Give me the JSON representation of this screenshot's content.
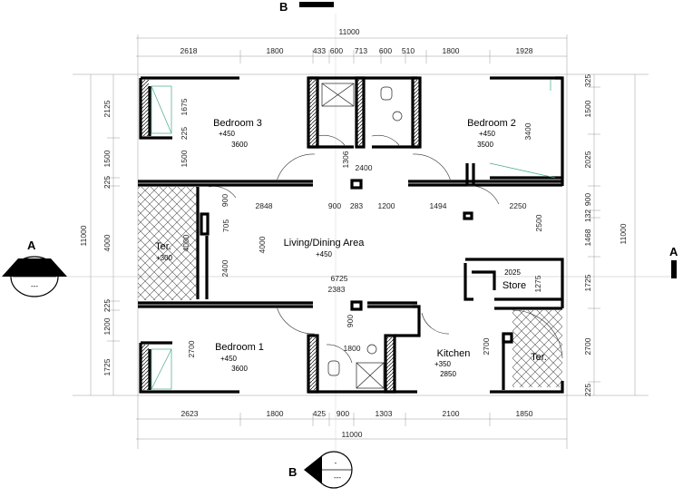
{
  "section_marks": {
    "b_top": "B",
    "b_bottom": "B",
    "a_left": "A",
    "a_right": "A",
    "dash": "-",
    "dash2": "---"
  },
  "overall": {
    "top": "11000",
    "bottom": "11000",
    "left": "11000",
    "right": "11000"
  },
  "top_dims": [
    "2618",
    "1800",
    "433",
    "600",
    "713",
    "600",
    "510",
    "1800",
    "1928"
  ],
  "bottom_dims": [
    "2623",
    "1800",
    "425",
    "900",
    "1303",
    "2100",
    "1850"
  ],
  "left_dims": [
    "2125",
    "1500",
    "225",
    "4000",
    "225",
    "1200",
    "1725"
  ],
  "right_dims": [
    "325",
    "1500",
    "2025",
    "900",
    "132",
    "1468",
    "1725",
    "2700",
    "225"
  ],
  "rooms": {
    "bedroom3": {
      "name": "Bedroom 3",
      "level": "+450",
      "size": "3600"
    },
    "bedroom2": {
      "name": "Bedroom 2",
      "level": "+450",
      "size": "3500"
    },
    "bedroom1": {
      "name": "Bedroom 1",
      "level": "+450",
      "size": "3600"
    },
    "living": {
      "name": "Living/Dining Area",
      "level": "+450"
    },
    "kitchen": {
      "name": "Kitchen",
      "level": "+350",
      "size": "2850"
    },
    "store": {
      "name": "Store",
      "size": "2025"
    },
    "terrace_left": {
      "name": "Ter.",
      "level": "+300"
    },
    "terrace_right": {
      "name": "Ter."
    }
  },
  "inner_dims": {
    "d1675": "1675",
    "d225a": "225",
    "d1500a": "1500",
    "d3400": "3400",
    "d1306": "1306",
    "d2400top": "2400",
    "d900a": "900",
    "d2848": "2848",
    "d900b": "900",
    "d283": "283",
    "d1200": "1200",
    "d1494": "1494",
    "d2250": "2250",
    "d705": "705",
    "d4000a": "4000",
    "d4000b": "4000",
    "d2400left": "2400",
    "d2500": "2500",
    "d6725": "6725",
    "d2383": "2383",
    "d1275": "1275",
    "d900c": "900",
    "d1800bath": "1800",
    "d2700a": "2700",
    "d2700b": "2700"
  }
}
